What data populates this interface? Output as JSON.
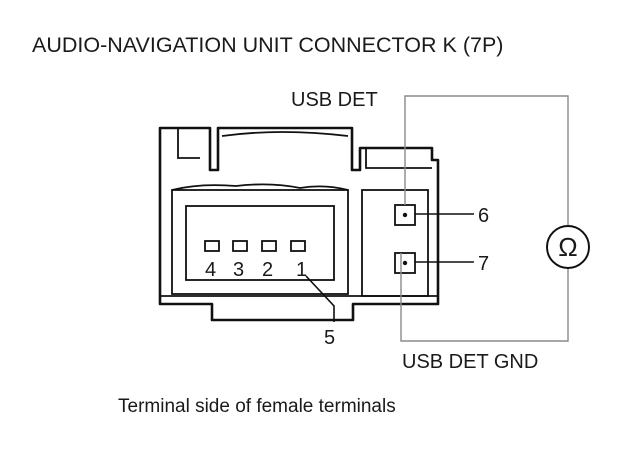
{
  "title": "AUDIO-NAVIGATION UNIT CONNECTOR K (7P)",
  "labels": {
    "usb_det": "USB DET",
    "usb_det_gnd": "USB DET GND",
    "caption": "Terminal side of female terminals"
  },
  "pins": {
    "p1": "1",
    "p2": "2",
    "p3": "3",
    "p4": "4",
    "p5": "5",
    "p6": "6",
    "p7": "7"
  },
  "meter": {
    "symbol": "Ω",
    "icon": "ohmmeter-icon"
  }
}
